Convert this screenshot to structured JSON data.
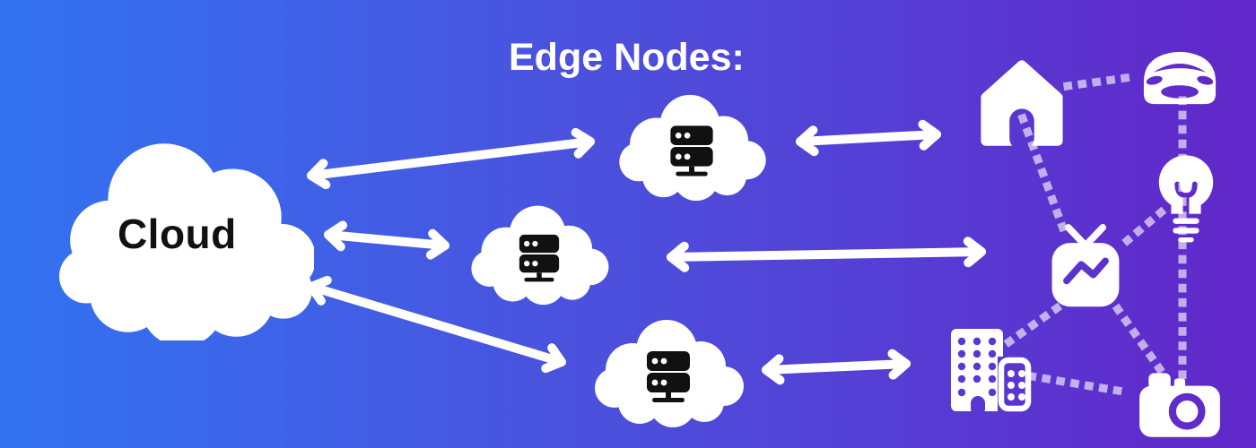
{
  "title": "Edge Nodes:",
  "background": {
    "gradient_left": "#3273F1",
    "gradient_right": "#6227C9"
  },
  "palette": {
    "shape_color": "#FFFFFF",
    "server_icon_color": "#111111",
    "label_color": "#111111",
    "dotted_link_color": "rgba(255,255,255,0.62)"
  },
  "cloud": {
    "label": "Cloud",
    "icon": "cloud-icon"
  },
  "edge_nodes": [
    {
      "id": "edge-node-1",
      "icon": "server-icon"
    },
    {
      "id": "edge-node-2",
      "icon": "server-icon"
    },
    {
      "id": "edge-node-3",
      "icon": "server-icon"
    }
  ],
  "devices": [
    {
      "id": "house",
      "icon": "house-icon"
    },
    {
      "id": "car",
      "icon": "car-icon"
    },
    {
      "id": "lightbulb",
      "icon": "lightbulb-icon"
    },
    {
      "id": "tv",
      "icon": "tv-icon"
    },
    {
      "id": "building",
      "icon": "building-icon"
    },
    {
      "id": "camera",
      "icon": "camera-icon"
    }
  ],
  "connections": {
    "bidirectional_arrows": [
      {
        "from": "cloud",
        "to": "edge-node-1"
      },
      {
        "from": "cloud",
        "to": "edge-node-2"
      },
      {
        "from": "cloud",
        "to": "edge-node-3"
      },
      {
        "from": "edge-node-1",
        "to": "house"
      },
      {
        "from": "edge-node-2",
        "to": "tv"
      },
      {
        "from": "edge-node-3",
        "to": "building"
      }
    ],
    "dotted_links": [
      {
        "from": "house",
        "to": "car"
      },
      {
        "from": "house",
        "to": "tv"
      },
      {
        "from": "car",
        "to": "lightbulb"
      },
      {
        "from": "lightbulb",
        "to": "tv"
      },
      {
        "from": "lightbulb",
        "to": "camera"
      },
      {
        "from": "tv",
        "to": "building"
      },
      {
        "from": "tv",
        "to": "camera"
      },
      {
        "from": "building",
        "to": "camera"
      }
    ]
  }
}
